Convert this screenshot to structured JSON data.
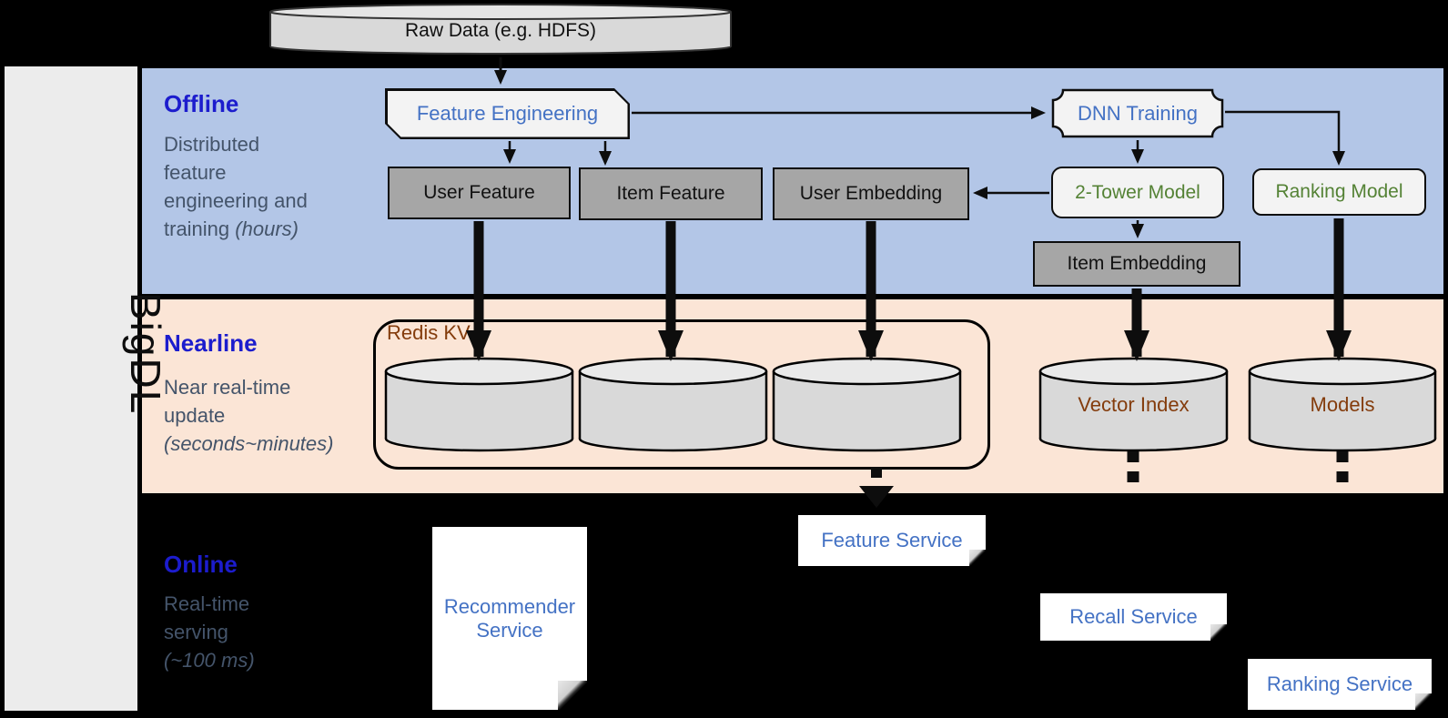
{
  "brand": "BigDL",
  "raw_data_label": "Raw Data (e.g. HDFS)",
  "sections": {
    "offline": {
      "title": "Offline",
      "desc": "Distributed feature engineering and training",
      "desc_italic": "(hours)"
    },
    "nearline": {
      "title": "Nearline",
      "desc": "Near real-time update",
      "desc_italic": "(seconds~minutes)"
    },
    "online": {
      "title": "Online",
      "desc": "Real-time serving",
      "desc_italic": "(~100 ms)"
    }
  },
  "offline_nodes": {
    "feature_engineering": "Feature Engineering",
    "dnn_training": "DNN Training",
    "user_feature": "User Feature",
    "item_feature": "Item Feature",
    "user_embedding": "User Embedding",
    "two_tower_model": "2-Tower Model",
    "ranking_model": "Ranking Model",
    "item_embedding": "Item Embedding"
  },
  "nearline_nodes": {
    "redis_kv": "Redis KV",
    "vector_index": "Vector Index",
    "models": "Models"
  },
  "online_nodes": {
    "recommender_service": "Recommender Service",
    "feature_service": "Feature Service",
    "recall_service": "Recall Service",
    "ranking_service": "Ranking Service"
  },
  "colors": {
    "offline_band": "#b3c6e7",
    "nearline_band": "#fbe5d6",
    "online_band": "#000000",
    "section_title_blue": "#1c1ccd",
    "section_desc_slate": "#44546a",
    "node_text_blue": "#4472c4",
    "node_text_green": "#548235",
    "storage_text_brown": "#843c0c",
    "gray_node_fill": "#a6a6a6",
    "light_node_fill": "#f3f3f3",
    "cylinder_fill": "#d9d9d9",
    "sidebar_fill": "#ececec"
  }
}
